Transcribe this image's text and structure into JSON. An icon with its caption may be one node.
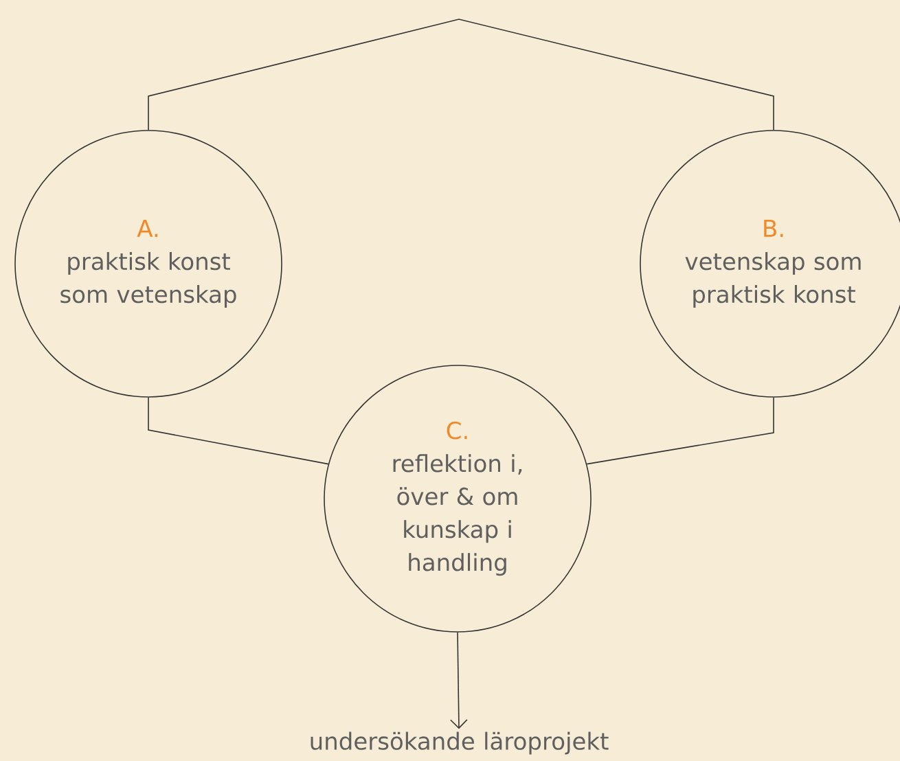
{
  "diagram": {
    "nodes": [
      {
        "text": [
          "A.",
          "praktisk konst som vetenskap"
        ]
      },
      {
        "text": [
          "B.",
          "vetenskap som praktisk konst"
        ]
      },
      {
        "text": [
          "C.",
          "reflektion i, över & om kunskap i handling"
        ]
      },
      {
        "text": [
          "undersökande läroprojekt"
        ]
      }
    ],
    "edges": [
      {
        "from": 0,
        "to": 1,
        "arrow": "none"
      },
      {
        "from": 0,
        "to": 2,
        "arrow": "none"
      },
      {
        "from": 1,
        "to": 2,
        "arrow": "none"
      },
      {
        "from": 2,
        "to": 3,
        "arrow": "to"
      }
    ]
  }
}
